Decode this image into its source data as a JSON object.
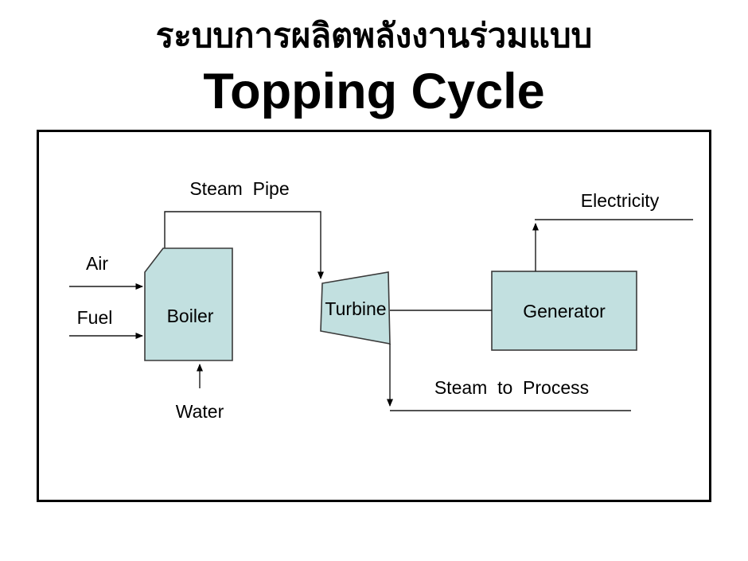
{
  "title": {
    "thai_line": "ระบบการผลิตพลังงานร่วมแบบ",
    "english_line": "Topping Cycle"
  },
  "diagram": {
    "labels": {
      "steam_pipe": "Steam  Pipe",
      "electricity": "Electricity",
      "air": "Air",
      "fuel": "Fuel",
      "boiler": "Boiler",
      "water": "Water",
      "turbine": "Turbine",
      "generator": "Generator",
      "steam_to_process": "Steam  to  Process"
    },
    "colors": {
      "shape_fill": "#c2e0e0",
      "shape_border": "#3a3a3a",
      "line": "#1a1a1a",
      "frame_border": "#000000",
      "background": "#ffffff",
      "text": "#000000"
    }
  }
}
